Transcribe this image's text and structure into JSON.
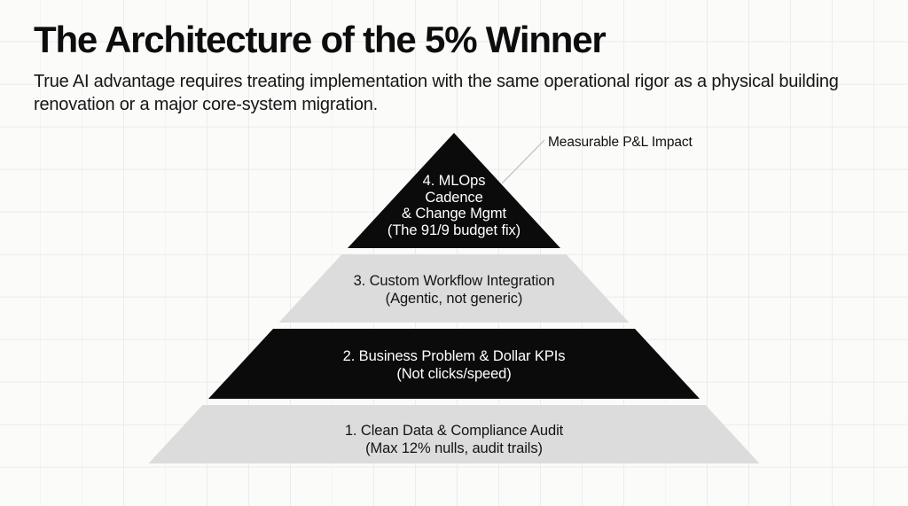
{
  "slide": {
    "title": "The Architecture of the 5% Winner",
    "subtitle": "True AI advantage requires treating implementation with the same operational rigor as a physical building renovation or a major core-system migration."
  },
  "pyramid": {
    "levels": [
      {
        "id": "4",
        "lines": [
          "4. MLOps",
          "Cadence",
          "& Change Mgmt",
          "(The 91/9 budget fix)"
        ],
        "fill": "#0b0b0b",
        "text_color": "#ffffff"
      },
      {
        "id": "3",
        "lines": [
          "3. Custom Workflow Integration",
          "(Agentic, not generic)"
        ],
        "fill": "#dcdcdc",
        "text_color": "#141414"
      },
      {
        "id": "2",
        "lines": [
          "2. Business Problem & Dollar KPIs",
          "(Not clicks/speed)"
        ],
        "fill": "#0b0b0b",
        "text_color": "#ffffff"
      },
      {
        "id": "1",
        "lines": [
          "1. Clean Data & Compliance Audit",
          "(Max 12% nulls, audit trails)"
        ],
        "fill": "#dcdcdc",
        "text_color": "#141414"
      }
    ],
    "annotation": {
      "label": "Measurable P&L Impact"
    }
  },
  "colors": {
    "background": "#fbfbfa",
    "grid_line": "#ececec",
    "leader_line": "#c8c8c8",
    "black_level": "#0b0b0b",
    "gray_level": "#dcdcdc"
  }
}
